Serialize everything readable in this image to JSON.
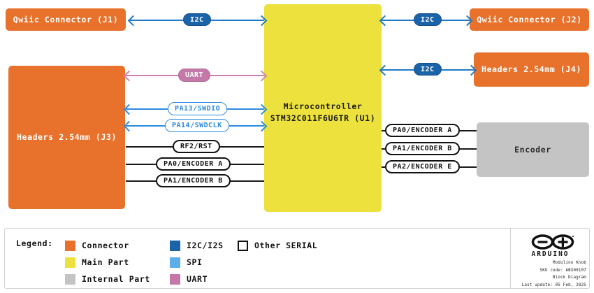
{
  "diagram": {
    "title": "Modulino Knob Block Diagram",
    "blocks": [
      {
        "id": "j1",
        "label": "Qwiic Connector (J1)",
        "type": "connector"
      },
      {
        "id": "j3",
        "label": "Headers 2.54mm (J3)",
        "type": "connector"
      },
      {
        "id": "mcu",
        "label": "Microcontroller\nSTM32C011F6U6TR (U1)",
        "type": "mainpart"
      },
      {
        "id": "j2",
        "label": "Qwiic Connector (J2)",
        "type": "connector"
      },
      {
        "id": "j4",
        "label": "Headers 2.54mm (J4)",
        "type": "connector"
      },
      {
        "id": "enc",
        "label": "Encoder",
        "type": "internal"
      }
    ],
    "mcu_line1": "Microcontroller",
    "mcu_line2": "STM32C011F6U6TR (U1)",
    "connections": [
      {
        "id": "c1",
        "label": "I2C",
        "bus": "i2c",
        "from": "j1",
        "to": "mcu",
        "bidirectional": true
      },
      {
        "id": "c2",
        "label": "I2C",
        "bus": "i2c",
        "from": "mcu",
        "to": "j2",
        "bidirectional": true
      },
      {
        "id": "c3",
        "label": "I2C",
        "bus": "i2c",
        "from": "mcu",
        "to": "j4",
        "bidirectional": true
      },
      {
        "id": "c4",
        "label": "UART",
        "bus": "uart",
        "from": "j3",
        "to": "mcu",
        "bidirectional": true
      },
      {
        "id": "c5",
        "label": "PA13/SWDIO",
        "bus": "spi",
        "from": "j3",
        "to": "mcu",
        "bidirectional": true
      },
      {
        "id": "c6",
        "label": "PA14/SWDCLK",
        "bus": "spi",
        "from": "j3",
        "to": "mcu",
        "bidirectional": true
      },
      {
        "id": "c7",
        "label": "RF2/RST",
        "bus": "serial",
        "from": "j3",
        "to": "mcu",
        "bidirectional": false
      },
      {
        "id": "c8",
        "label": "PA0/ENCODER A",
        "bus": "serial",
        "from": "j3",
        "to": "mcu",
        "bidirectional": false
      },
      {
        "id": "c9",
        "label": "PA1/ENCODER B",
        "bus": "serial",
        "from": "j3",
        "to": "mcu",
        "bidirectional": false
      },
      {
        "id": "c10",
        "label": "PA0/ENCODER A",
        "bus": "serial",
        "from": "mcu",
        "to": "enc",
        "bidirectional": false
      },
      {
        "id": "c11",
        "label": "PA1/ENCODER B",
        "bus": "serial",
        "from": "mcu",
        "to": "enc",
        "bidirectional": false
      },
      {
        "id": "c12",
        "label": "PA2/ENCODER E",
        "bus": "serial",
        "from": "mcu",
        "to": "enc",
        "bidirectional": false
      }
    ]
  },
  "legend": {
    "title": "Legend:",
    "columns": [
      [
        {
          "label": "Connector",
          "color": "#E8722C",
          "style": "fill"
        },
        {
          "label": "Main Part",
          "color": "#EDE13D",
          "style": "fill"
        },
        {
          "label": "Internal Part",
          "color": "#C4C4C4",
          "style": "fill"
        }
      ],
      [
        {
          "label": "I2C/I2S",
          "color": "#1B63A8",
          "style": "fill"
        },
        {
          "label": "SPI",
          "color": "#5DAEE8",
          "style": "fill"
        },
        {
          "label": "UART",
          "color": "#C479A8",
          "style": "fill"
        }
      ],
      [
        {
          "label": "Other SERIAL",
          "color": "#FFFFFF",
          "style": "outline"
        }
      ]
    ]
  },
  "brand": {
    "wordmark": "ARDUINO",
    "meta": [
      "Modulino Knob",
      "SKU code: ABX00107",
      "Block Diagram",
      "Last update: 05 Feb, 2025"
    ]
  },
  "colors": {
    "connector": "#E8722C",
    "main_part": "#EDE13D",
    "internal_part": "#C4C4C4",
    "i2c": "#1B63A8",
    "spi": "#5DAEE8",
    "uart": "#C479A8",
    "serial": "#111111"
  }
}
